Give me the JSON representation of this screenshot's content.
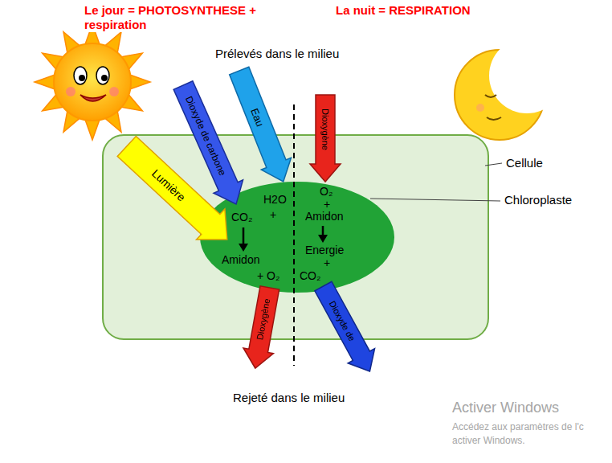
{
  "diagram": {
    "nodes": [
      {
        "text": [
          "Dioxyde de carbone"
        ]
      },
      {
        "text": [
          "Eau"
        ]
      },
      {
        "text": [
          "Dioxygène"
        ]
      },
      {
        "text": [
          "Lumière"
        ]
      },
      {
        "text": [
          "H2O",
          "+",
          "CO₂",
          "Amidon",
          "+ O₂",
          "O₂",
          "+",
          "Amidon",
          "Energie",
          "+",
          "CO₂"
        ]
      },
      {
        "text": [
          "Dioxygène"
        ]
      },
      {
        "text": [
          "Dioxyde de"
        ]
      }
    ],
    "labels": [
      "Le jour = PHOTOSYNTHESE + respiration",
      "La nuit = RESPIRATION",
      "Prélevés dans le milieu",
      "Rejeté dans le milieu",
      "Cellule",
      "Chloroplaste",
      "Activer Windows",
      "Accédez aux paramètres de l'c",
      "activer Windows."
    ]
  }
}
